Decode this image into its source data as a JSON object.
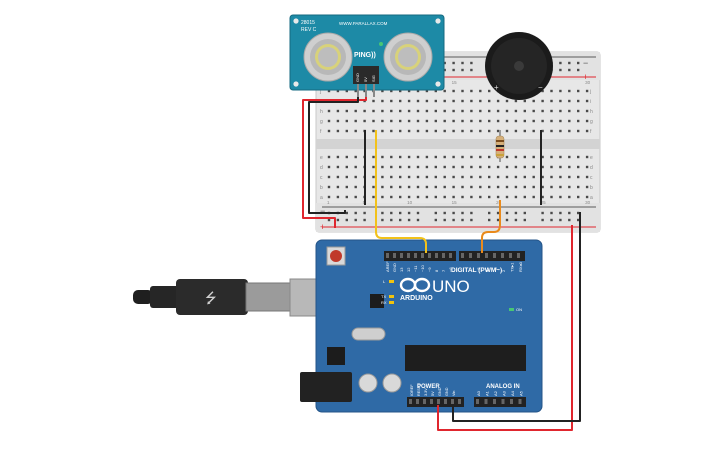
{
  "sensor": {
    "part_id": "28015",
    "revision": "REV C",
    "maker": "WWW.PARALLAX.COM",
    "name": "PING))",
    "pins": [
      "GND",
      "5V",
      "SIG"
    ]
  },
  "buzzer": {
    "plus": "+",
    "minus": "−"
  },
  "breadboard": {
    "rail_plus": "+",
    "rail_minus": "−",
    "rows_top": [
      "j",
      "i",
      "h",
      "g",
      "f"
    ],
    "rows_bottom": [
      "e",
      "d",
      "c",
      "b",
      "a"
    ],
    "col_numbers": [
      "1",
      "5",
      "10",
      "15",
      "20",
      "25",
      "30"
    ]
  },
  "arduino": {
    "logo_text": "ARDUINO",
    "model": "UNO",
    "digital_label": "DIGITAL (PWM~)",
    "digital_pins": [
      "AREF",
      "GND",
      "13",
      "12",
      "~11",
      "~10",
      "~9",
      "8",
      "7",
      "~6",
      "~5",
      "4",
      "~3",
      "2",
      "TX▸1",
      "RX◂0"
    ],
    "power_label": "POWER",
    "power_pins": [
      "IOREF",
      "RESET",
      "3.3V",
      "5V",
      "GND",
      "GND",
      "Vin"
    ],
    "analog_label": "ANALOG IN",
    "analog_pins": [
      "A0",
      "A1",
      "A2",
      "A3",
      "A4",
      "A5"
    ],
    "led_labels": [
      "L",
      "TX",
      "RX",
      "ON"
    ]
  },
  "colors": {
    "wire_red": "#e0262e",
    "wire_black": "#222222",
    "wire_yellow": "#f2c21b",
    "wire_orange": "#e98a1c",
    "pcb_blue": "#2f6aa6",
    "sensor_teal": "#1d8aa6",
    "breadboard": "#e9e9e9"
  }
}
